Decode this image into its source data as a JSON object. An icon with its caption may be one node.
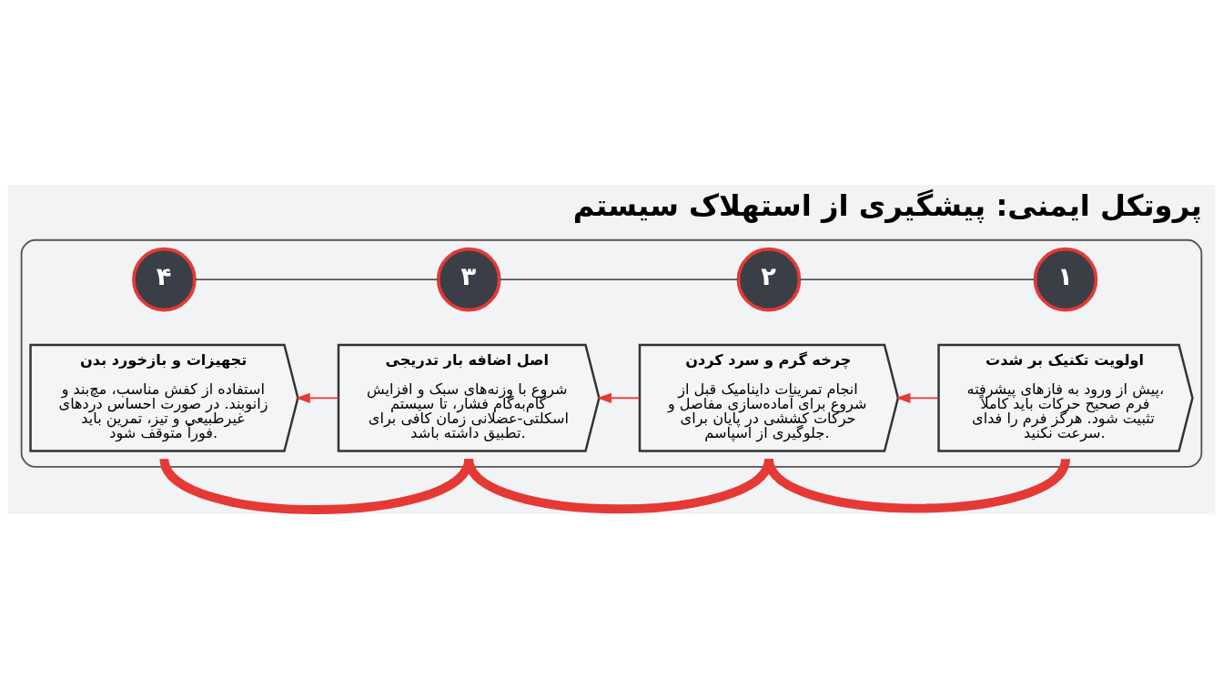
{
  "diagram": {
    "title": "پروتکل ایمنی: پیشگیری از استهلاک سیستم",
    "nodes": [
      {
        "text": [],
        "shape": "box"
      },
      {
        "text": [
          "۱"
        ],
        "in": 0
      },
      {
        "text": [
          "اولویت تکنیک بر شدت",
          "پیش از ورود به فازهای پیشرفته، فرم صحیح حرکات باید کاملاً تثبیت شود. هرگز فرم را فدای سرعت نکنید."
        ],
        "in": 0
      },
      {
        "text": [
          "۲"
        ],
        "in": 0
      },
      {
        "text": [
          "چرخه گرم و سرد کردن",
          "انجام تمرینات داینامیک قبل از شروع برای آماده‌سازی مفاصل و حرکات کششی در پایان برای جلوگیری از اسپاسم."
        ],
        "in": 0
      },
      {
        "text": [
          "۳"
        ],
        "in": 0
      },
      {
        "text": [
          "اصل اضافه بار تدریجی",
          "شروع با وزنه‌های سبک و افزایش گام‌به‌گام فشار، تا سیستم اسکلتی-عضلانی زمان کافی برای تطبیق داشته باشد."
        ],
        "in": 0
      },
      {
        "text": [
          "۴"
        ],
        "in": 0
      },
      {
        "text": [
          "تجهیزات و بازخورد بدن",
          "استفاده از کفش مناسب، مچ‌بند و زانوبند. در صورت احساس دردهای غیرطبیعی و تیز، تمرین باید فوراً متوقف شود."
        ],
        "in": 0
      }
    ],
    "edges": [
      {
        "from": 2,
        "to": 4,
        "arrow": "to"
      },
      {
        "from": 4,
        "to": 6,
        "arrow": "to"
      },
      {
        "from": 6,
        "to": 8,
        "arrow": "to"
      },
      {
        "from": 1,
        "to": 3,
        "arrow": "none",
        "color": "#555555"
      },
      {
        "from": 3,
        "to": 5,
        "arrow": "none",
        "color": "#555555"
      },
      {
        "from": 5,
        "to": 7,
        "arrow": "none",
        "color": "#555555"
      },
      {
        "from": 2,
        "to": 4,
        "arrow": "none",
        "style": "thick"
      },
      {
        "from": 4,
        "to": 6,
        "arrow": "none",
        "style": "thick"
      },
      {
        "from": 6,
        "to": 8,
        "arrow": "none",
        "style": "thick"
      }
    ]
  }
}
